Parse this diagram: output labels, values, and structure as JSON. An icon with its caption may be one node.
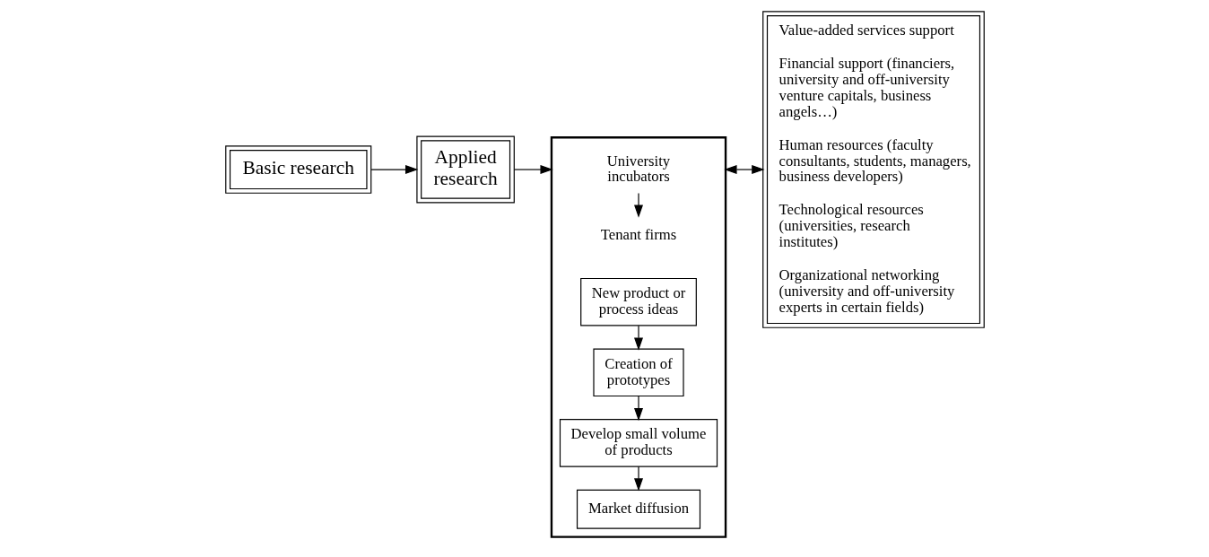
{
  "diagram": {
    "nodes": [
      {
        "text": [
          "Basic research"
        ]
      },
      {
        "text": [
          "Applied research"
        ]
      },
      {
        "text": [],
        "shape": "box"
      },
      {
        "text": [
          "University incubators"
        ],
        "in": 2
      },
      {
        "text": [
          "Tenant firms"
        ],
        "in": 2
      },
      {
        "text": [
          "New product or process ideas"
        ],
        "in": 2
      },
      {
        "text": [
          "Creation of prototypes"
        ],
        "in": 2
      },
      {
        "text": [
          "Develop small volume of products"
        ],
        "in": 2
      },
      {
        "text": [
          "Market diffusion"
        ],
        "in": 2
      },
      {
        "text": [
          "Value-added services support",
          "Financial support (financiers, university and off-university venture capitals, business angels…)",
          "Human resources (faculty consultants, students, managers, business developers)",
          "Technological resources (universities, research institutes)",
          "Organizational networking (university and off-university experts in certain fields)"
        ]
      }
    ],
    "edges": [
      {
        "from": 0,
        "to": 1,
        "arrow": "to"
      },
      {
        "from": 1,
        "to": 2,
        "arrow": "to"
      },
      {
        "from": 3,
        "to": 4,
        "arrow": "to"
      },
      {
        "from": 5,
        "to": 6,
        "arrow": "to"
      },
      {
        "from": 6,
        "to": 7,
        "arrow": "to"
      },
      {
        "from": 7,
        "to": 8,
        "arrow": "to"
      },
      {
        "from": 2,
        "to": 9,
        "arrow": "both"
      }
    ]
  }
}
